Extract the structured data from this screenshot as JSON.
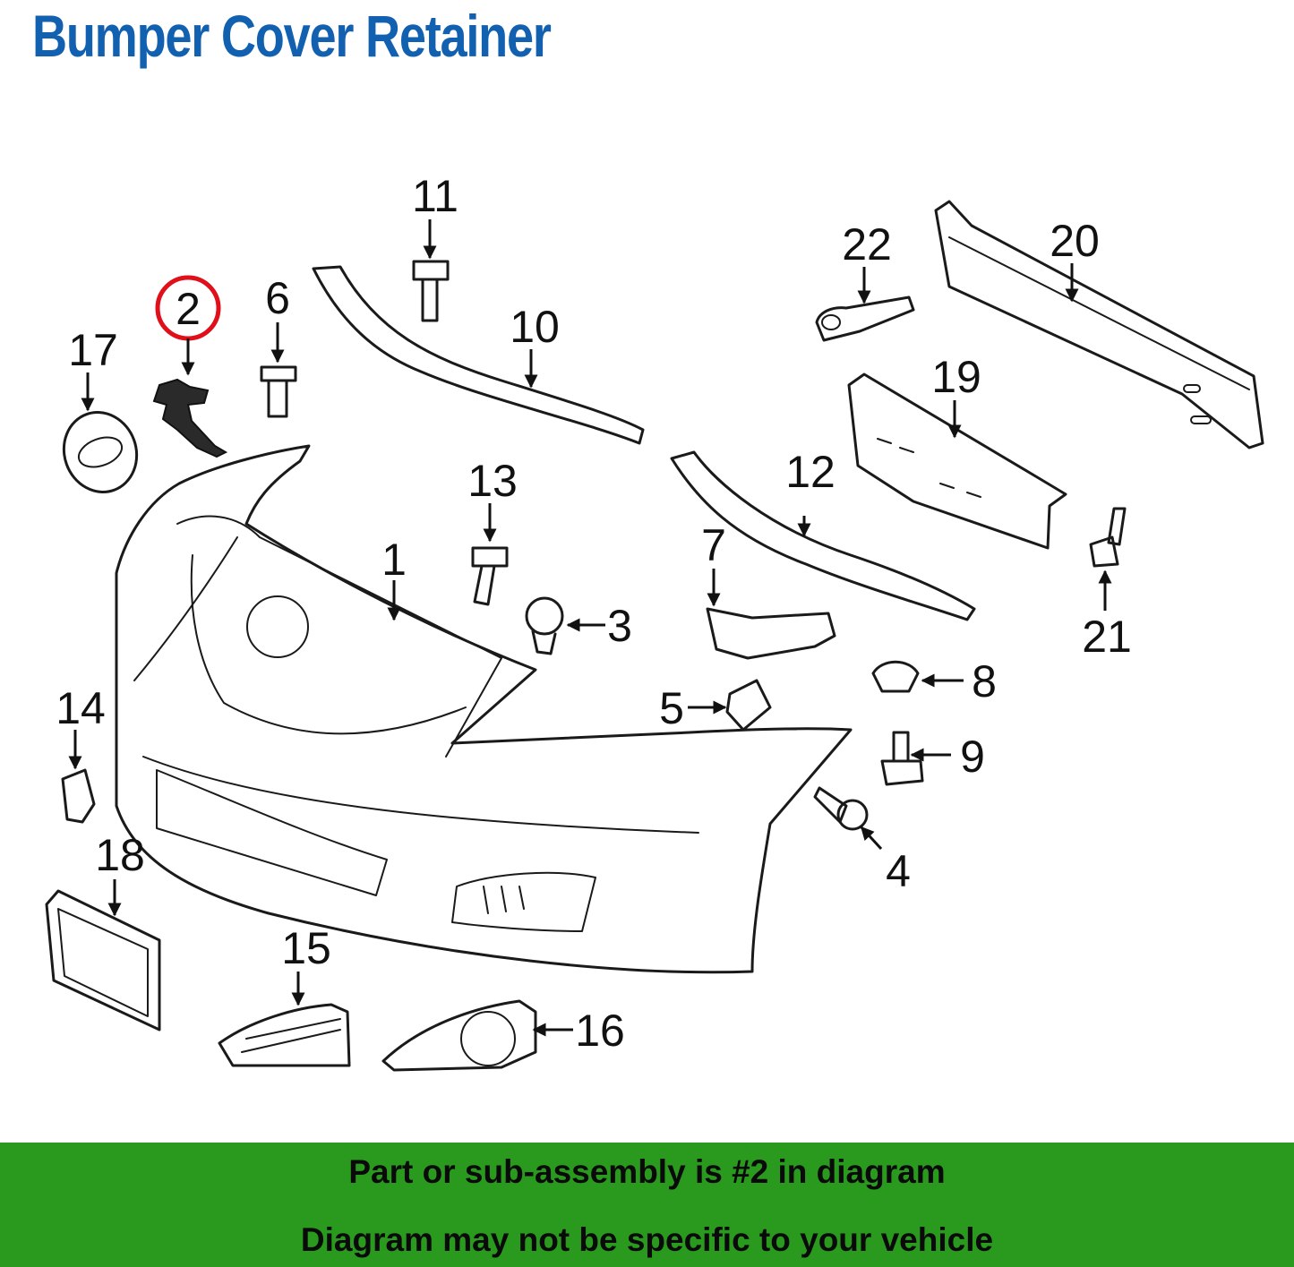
{
  "title": "Bumper Cover Retainer",
  "diagram": {
    "callouts": [
      {
        "number": "1",
        "part": "bumper-cover"
      },
      {
        "number": "2",
        "part": "retainer",
        "highlighted": true
      },
      {
        "number": "3",
        "part": "push-clip"
      },
      {
        "number": "4",
        "part": "push-clip"
      },
      {
        "number": "5",
        "part": "bracket-clip"
      },
      {
        "number": "6",
        "part": "bolt"
      },
      {
        "number": "7",
        "part": "side-bracket"
      },
      {
        "number": "8",
        "part": "grommet"
      },
      {
        "number": "9",
        "part": "bolt"
      },
      {
        "number": "10",
        "part": "upper-bumper-strip"
      },
      {
        "number": "11",
        "part": "bolt"
      },
      {
        "number": "12",
        "part": "lower-retainer-strip"
      },
      {
        "number": "13",
        "part": "bolt"
      },
      {
        "number": "14",
        "part": "tow-hook-cap"
      },
      {
        "number": "15",
        "part": "lower-grille"
      },
      {
        "number": "16",
        "part": "fog-lamp-bezel"
      },
      {
        "number": "17",
        "part": "emblem"
      },
      {
        "number": "18",
        "part": "license-plate-bracket"
      },
      {
        "number": "19",
        "part": "energy-absorber"
      },
      {
        "number": "20",
        "part": "reinforcement-beam"
      },
      {
        "number": "21",
        "part": "bolt"
      },
      {
        "number": "22",
        "part": "tow-hook"
      }
    ],
    "highlight_color": "#e0101a"
  },
  "footer": {
    "line1": "Part or sub-assembly is #2 in diagram",
    "line2": "Diagram may not be specific to your vehicle"
  },
  "colors": {
    "title": "#1260b0",
    "footer_background": "#2a9a1e",
    "highlight": "#e0101a"
  }
}
